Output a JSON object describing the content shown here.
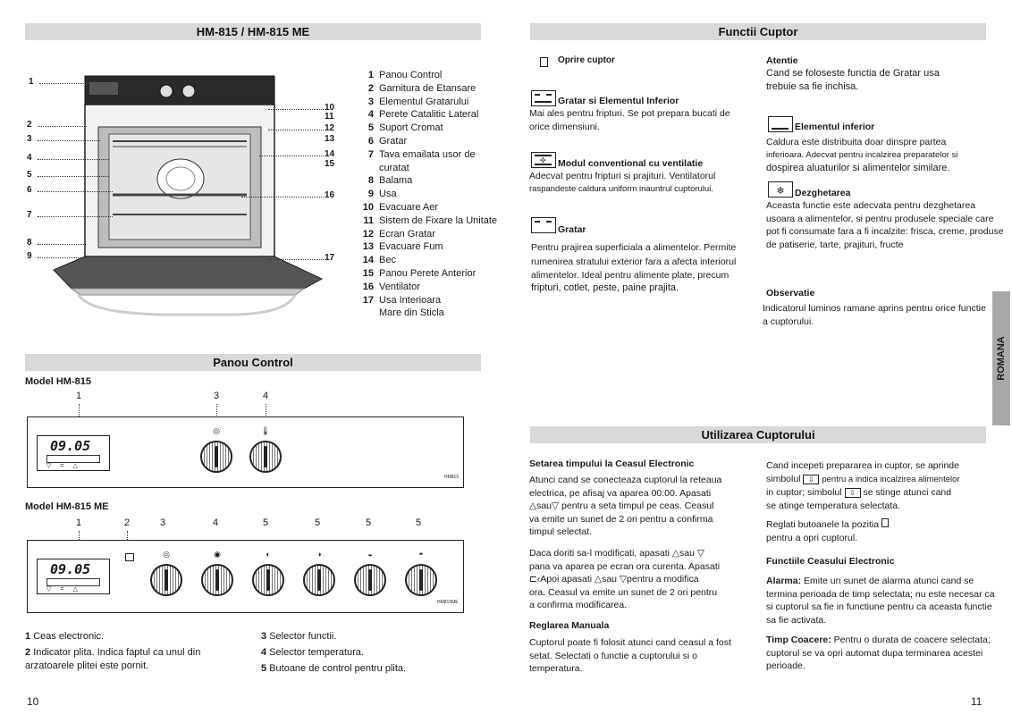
{
  "left": {
    "section1_title": "HM-815 / HM-815 ME",
    "oven_callouts": [
      "1",
      "2",
      "3",
      "4",
      "5",
      "6",
      "7",
      "8",
      "9",
      "10",
      "11",
      "12",
      "13",
      "14",
      "15",
      "16",
      "17"
    ],
    "display_time": "09.05",
    "parts": [
      {
        "num": "1",
        "label": "Panou Control"
      },
      {
        "num": "2",
        "label": "Garnitura de Etansare"
      },
      {
        "num": "3",
        "label": "Elementul Gratarului"
      },
      {
        "num": "4",
        "label": "Perete Catalitic Lateral"
      },
      {
        "num": "5",
        "label": "Suport Cromat"
      },
      {
        "num": "6",
        "label": "Gratar"
      },
      {
        "num": "7",
        "label": "Tava emailata usor de"
      },
      {
        "num": "",
        "label": "curatat"
      },
      {
        "num": "8",
        "label": "Balama"
      },
      {
        "num": "9",
        "label": "Usa"
      },
      {
        "num": "10",
        "label": "Evacuare Aer"
      },
      {
        "num": "11",
        "label": "Sistem de Fixare la Unitate"
      },
      {
        "num": "12",
        "label": "Ecran Gratar"
      },
      {
        "num": "13",
        "label": "Evacuare Fum"
      },
      {
        "num": "14",
        "label": "Bec"
      },
      {
        "num": "15",
        "label": "Panou Perete Anterior"
      },
      {
        "num": "16",
        "label": "Ventilator"
      },
      {
        "num": "17",
        "label": "Usa Interioara"
      },
      {
        "num": "",
        "label": "Mare din Sticla"
      }
    ],
    "section2_title": "Panou Control",
    "model1": "Model HM-815",
    "model1_callouts": [
      "1",
      "3",
      "4"
    ],
    "model2": "Model HM-815 ME",
    "model2_callouts": [
      "1",
      "2",
      "3",
      "4",
      "5",
      "5",
      "5",
      "5"
    ],
    "panel_code1": "HM815",
    "panel_code2": "HM815ME",
    "legend": [
      {
        "num": "1",
        "text": "Ceas electronic."
      },
      {
        "num": "2",
        "text": "Indicator plita. Indica faptul ca unul din arzatoarele plitei este pornit."
      },
      {
        "num": "3",
        "text": "Selector functii."
      },
      {
        "num": "4",
        "text": "Selector temperatura."
      },
      {
        "num": "5",
        "text": "Butoane de control pentru plita."
      }
    ],
    "page_number": "10"
  },
  "right": {
    "section1_title": "Functii Cuptor",
    "off_title": "Oprire cuptor",
    "grill_bottom_title": "Gratar si Elementul Inferior",
    "grill_bottom_text": "Mai ales pentru fripturi. Se pot prepara bucati de orice dimensiuni.",
    "conv_title": "Modul conventional cu ventilatie",
    "conv_text1": "Adecvat pentru fripturi si prajituri. Ventilatorul",
    "conv_text2": "raspandeste caldura uniform inauntrul cuptorului.",
    "grill_title": "Gratar",
    "grill_text1": "Pentru prajirea superficiala a alimentelor. Permite",
    "grill_text2": "rumenirea stratului exterior fara a afecta interiorul",
    "grill_text3": "alimentelor. Ideal pentru alimente plate, precum",
    "grill_text4": "fripturi, cotlet, peste, paine prajita.",
    "attention_title": "Atentie",
    "attention_text": "Cand se foloseste functia de Gratar usa trebuie sa fie inchisa.",
    "lower_title": "Elementul inferior",
    "lower_text1": "Caldura este distribuita doar dinspre partea",
    "lower_text2": "inferioara. Adecvat pentru incalzirea preparatelor si",
    "lower_text3": "dospirea aluaturilor si alimentelor similare.",
    "defrost_title": "Dezghetarea",
    "defrost_text": "Aceasta functie este adecvata pentru dezghetarea usoara a alimentelor, si pentru produsele speciale care pot fi consumate fara a fi incalzite: frisca, creme, produse de patiserie, tarte, prajituri, fructe",
    "obs_title": "Observatie",
    "obs_text": "Indicatorul luminos ramane aprins pentru orice functie a cuptorului.",
    "side_tab": "ROMANA",
    "section2_title": "Utilizarea Cuptorului",
    "clock_title": "Setarea timpului la Ceasul Electronic",
    "clock_p1a": "Atunci cand se conecteaza cuptorul la reteaua",
    "clock_p1b": "electrica, pe afisaj va aparea 00:00. Apasati",
    "clock_p1c": "sau",
    "clock_p1d": "pentru a seta timpul pe ceas. Ceasul",
    "clock_p1e": "va emite un sunet de 2 ori pentru a confirma",
    "clock_p1f": "timpul selectat.",
    "clock_p2a": "Daca doriti sa-l modificati, apasati",
    "clock_p2b": "sau",
    "clock_p2c": "pana va aparea pe ecran ora curenta. Apasati",
    "clock_p2d": "Apoi apasati",
    "clock_p2e": "sau",
    "clock_p2f": "pentru a modifica",
    "clock_p2g": "ora. Ceasul va emite un sunet de 2 ori pentru",
    "clock_p2h": "a confirma modificarea.",
    "manual_title": "Reglarea Manuala",
    "manual_text": "Cuptorul poate fi folosit atunci cand ceasul a fost setat. Selectati o functie a cuptorului si o temperatura.",
    "start_a": "Cand incepeti prepararea in cuptor, se aprinde",
    "start_b": "simbolul",
    "start_c": "pentru a indica incalzirea alimentelor",
    "start_d": "in cuptor; simbolul",
    "start_e": "se stinge atunci cand",
    "start_f": "se atinge temperatura selectata.",
    "reset_a": "Reglati butoanele la pozitia",
    "reset_b": "pentru a opri cuptorul.",
    "func_title": "Functiile Ceasului Electronic",
    "alarm_label": "Alarma:",
    "alarm_text": "Emite un sunet de alarma atunci cand se termina perioada de timp selectata; nu este necesar ca si cuptorul sa fie in functiune pentru ca aceasta functie sa fie activata.",
    "timer_label": "Timp Coacere:",
    "timer_text": "Pentru o durata de coacere selectata; cuptorul se va opri automat dupa terminarea acestei perioade.",
    "page_number": "11"
  }
}
